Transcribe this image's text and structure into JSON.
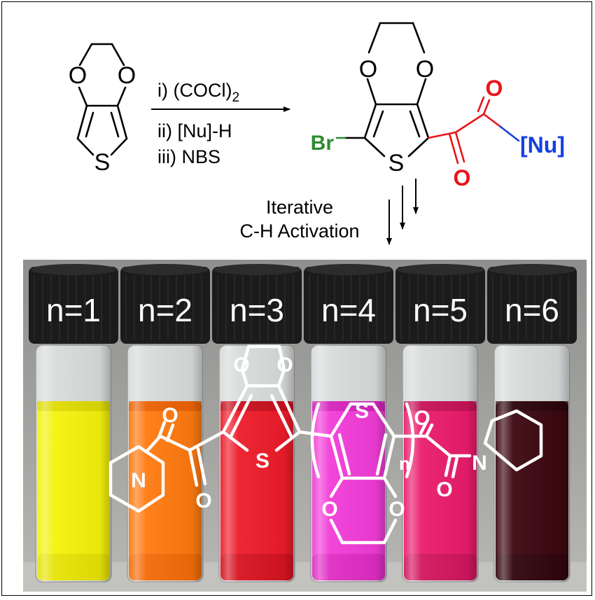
{
  "colors": {
    "bond": "#000000",
    "bromine": "#2e8b2e",
    "oxalyl": "#e8141a",
    "nucleophile": "#1440e0",
    "overlay": "#ffffff",
    "vial_cap": "#1b1b1b",
    "vial_label_text": "#ffffff"
  },
  "start_material": {
    "atom_o_left": "O",
    "atom_o_right": "O",
    "atom_s": "S"
  },
  "reaction_conditions": {
    "step_1": "i) (COCl)",
    "step_1_subscript": "2",
    "step_2": "ii) [Nu]-H",
    "step_3": "iii) NBS"
  },
  "product": {
    "atom_o_left": "O",
    "atom_o_right": "O",
    "atom_s": "S",
    "bromine": "Br",
    "ketone_o_lower": "O",
    "ketone_o_upper": "O",
    "nucleophile": "[Nu]"
  },
  "iteration_label": {
    "line_1": "Iterative",
    "line_2": "C-H Activation"
  },
  "vials": [
    {
      "label": "n=1",
      "liquid": "#f4f20c",
      "liquid_dark": "#d6d100"
    },
    {
      "label": "n=2",
      "liquid": "#ff7a10",
      "liquid_dark": "#e45800"
    },
    {
      "label": "n=3",
      "liquid": "#ee1c2a",
      "liquid_dark": "#b80c18"
    },
    {
      "label": "n=4",
      "liquid": "#f23cd8",
      "liquid_dark": "#c81aae"
    },
    {
      "label": "n=5",
      "liquid": "#ea1c6c",
      "liquid_dark": "#b8104e"
    },
    {
      "label": "n=6",
      "liquid": "#3c0810",
      "liquid_dark": "#24040a"
    }
  ],
  "overlay_structure": {
    "atom_n_left": "N",
    "atom_n_right": "N",
    "atom_s_thiophene": "S",
    "atom_s_repeat": "S",
    "ketone_o_1": "O",
    "ketone_o_2": "O",
    "ketone_o_3": "O",
    "ketone_o_4": "O",
    "edot_o_1": "O",
    "edot_o_2": "O",
    "edot_o_3": "O",
    "edot_o_4": "O",
    "repeat_index": "n"
  }
}
